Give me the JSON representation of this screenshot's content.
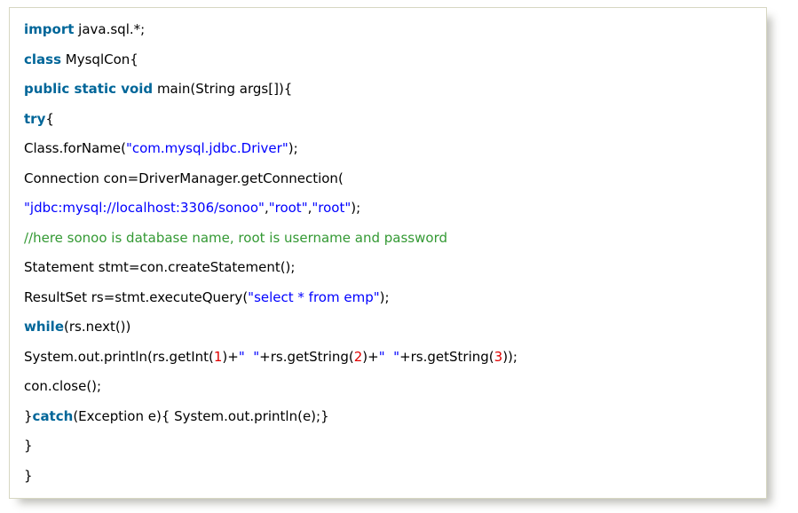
{
  "code_block": {
    "language": "java",
    "colors": {
      "keyword": "#006699",
      "string": "#0000ff",
      "comment": "#339933",
      "number": "#e00000",
      "plain": "#000000",
      "border": "#d7d7c2",
      "background": "#ffffff"
    },
    "lines": [
      [
        {
          "k": "keyword",
          "t": "import"
        },
        {
          "k": "plain",
          "t": " java.sql.*;"
        }
      ],
      [
        {
          "k": "keyword",
          "t": "class"
        },
        {
          "k": "plain",
          "t": " MysqlCon{"
        }
      ],
      [
        {
          "k": "keyword",
          "t": "public static void"
        },
        {
          "k": "plain",
          "t": " main(String args[]){"
        }
      ],
      [
        {
          "k": "keyword",
          "t": "try"
        },
        {
          "k": "plain",
          "t": "{"
        }
      ],
      [
        {
          "k": "plain",
          "t": "Class.forName("
        },
        {
          "k": "string",
          "t": "\"com.mysql.jdbc.Driver\""
        },
        {
          "k": "plain",
          "t": ");"
        }
      ],
      [
        {
          "k": "plain",
          "t": "Connection con=DriverManager.getConnection("
        }
      ],
      [
        {
          "k": "string",
          "t": "\"jdbc:mysql://localhost:3306/sonoo\""
        },
        {
          "k": "plain",
          "t": ","
        },
        {
          "k": "string",
          "t": "\"root\""
        },
        {
          "k": "plain",
          "t": ","
        },
        {
          "k": "string",
          "t": "\"root\""
        },
        {
          "k": "plain",
          "t": ");"
        }
      ],
      [
        {
          "k": "comment",
          "t": "//here sonoo is database name, root is username and password"
        }
      ],
      [
        {
          "k": "plain",
          "t": "Statement stmt=con.createStatement();"
        }
      ],
      [
        {
          "k": "plain",
          "t": "ResultSet rs=stmt.executeQuery("
        },
        {
          "k": "string",
          "t": "\"select * from emp\""
        },
        {
          "k": "plain",
          "t": ");"
        }
      ],
      [
        {
          "k": "keyword",
          "t": "while"
        },
        {
          "k": "plain",
          "t": "(rs.next())"
        }
      ],
      [
        {
          "k": "plain",
          "t": "System.out.println(rs.getInt("
        },
        {
          "k": "number",
          "t": "1"
        },
        {
          "k": "plain",
          "t": ")+"
        },
        {
          "k": "string",
          "t": "\"  \""
        },
        {
          "k": "plain",
          "t": "+rs.getString("
        },
        {
          "k": "number",
          "t": "2"
        },
        {
          "k": "plain",
          "t": ")+"
        },
        {
          "k": "string",
          "t": "\"  \""
        },
        {
          "k": "plain",
          "t": "+rs.getString("
        },
        {
          "k": "number",
          "t": "3"
        },
        {
          "k": "plain",
          "t": "));"
        }
      ],
      [
        {
          "k": "plain",
          "t": "con.close();"
        }
      ],
      [
        {
          "k": "plain",
          "t": "}"
        },
        {
          "k": "keyword",
          "t": "catch"
        },
        {
          "k": "plain",
          "t": "(Exception e){ System.out.println(e);}"
        }
      ],
      [
        {
          "k": "plain",
          "t": "}"
        }
      ],
      [
        {
          "k": "plain",
          "t": "}"
        }
      ]
    ]
  }
}
